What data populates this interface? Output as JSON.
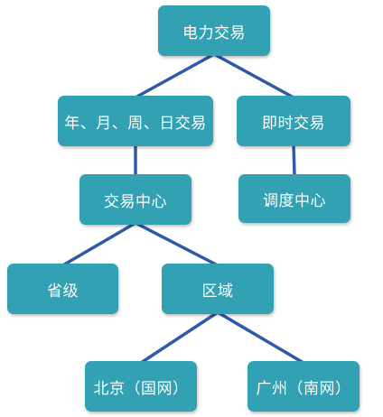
{
  "colors": {
    "node_fill": "#31a1b3",
    "node_text": "#ffffff",
    "edge": "#2e5aa6",
    "background": "#ffffff"
  },
  "nodes": {
    "root": "电力交易",
    "cycle_trading": "年、月、周、日交易",
    "spot_trading": "即时交易",
    "trading_center": "交易中心",
    "dispatch_center": "调度中心",
    "provincial": "省级",
    "regional": "区域",
    "beijing": "北京（国网）",
    "guangzhou": "广州（南网）"
  },
  "edges": [
    [
      "root",
      "cycle_trading"
    ],
    [
      "root",
      "spot_trading"
    ],
    [
      "cycle_trading",
      "trading_center"
    ],
    [
      "spot_trading",
      "dispatch_center"
    ],
    [
      "trading_center",
      "provincial"
    ],
    [
      "trading_center",
      "regional"
    ],
    [
      "regional",
      "beijing"
    ],
    [
      "regional",
      "guangzhou"
    ]
  ]
}
